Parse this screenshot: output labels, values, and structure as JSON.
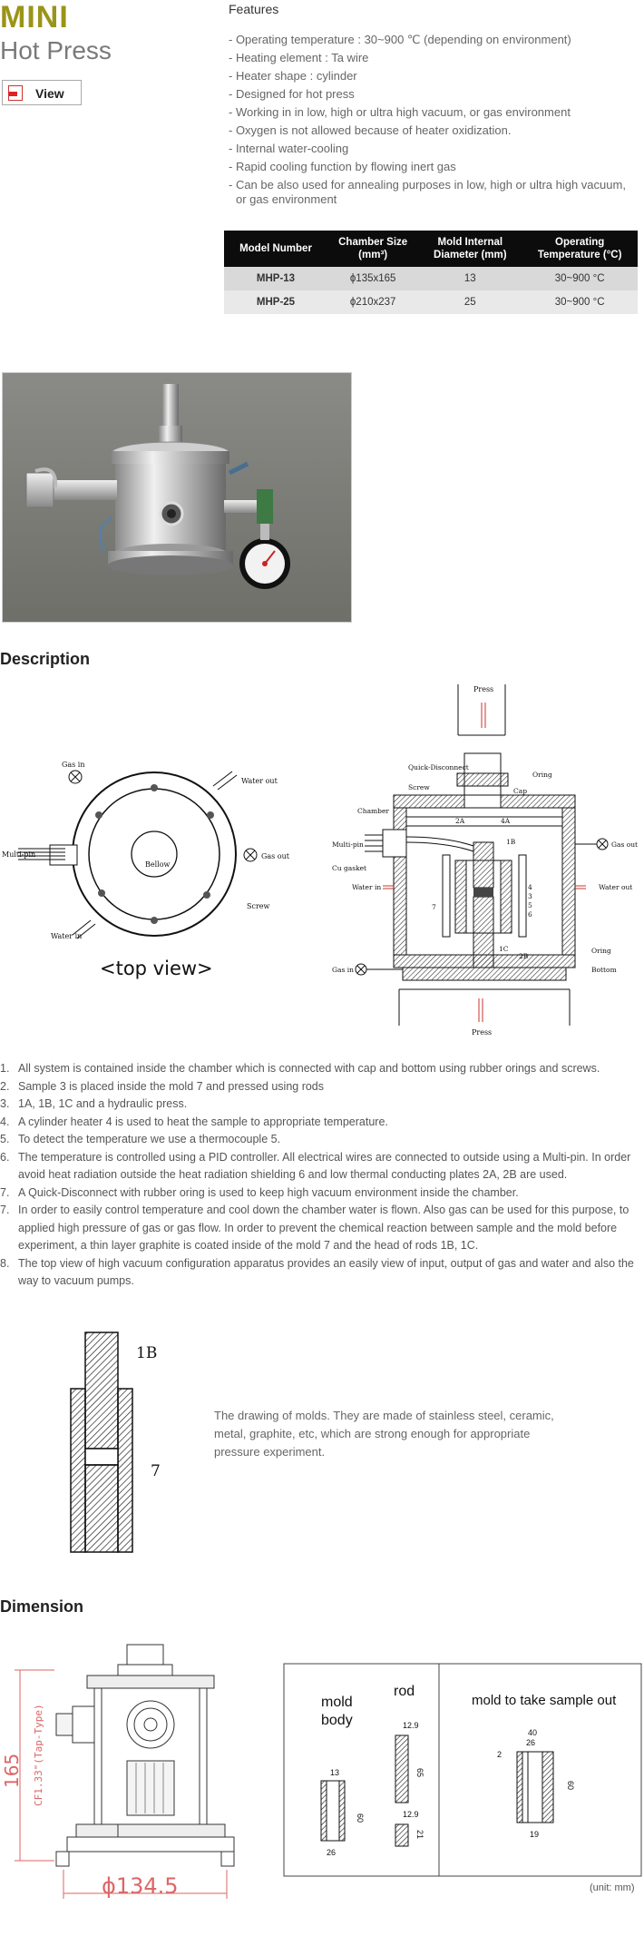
{
  "header": {
    "title_line1": "MINI",
    "title_line2": "Hot Press",
    "view_button": "View"
  },
  "features": {
    "title": "Features",
    "items": [
      "- Operating temperature : 30~900 ℃ (depending on environment)",
      "- Heating element : Ta wire",
      "- Heater shape : cylinder",
      "- Designed for hot press",
      "- Working in in low, high or ultra high vacuum, or gas environment",
      "- Oxygen is not allowed because of heater oxidization.",
      "- Internal water-cooling",
      "- Rapid cooling function by flowing inert gas",
      "- Can be also used for annealing purposes in low, high or ultra high vacuum,",
      "  or gas environment"
    ]
  },
  "spec_table": {
    "headers": [
      "Model Number",
      "Chamber Size (mm³)",
      "Mold Internal Diameter (mm)",
      "Operating Temperature (°C)"
    ],
    "rows": [
      [
        "MHP-13",
        "ϕ135x165",
        "13",
        "30~900 °C"
      ],
      [
        "MHP-25",
        "ϕ210x237",
        "25",
        "30~900 °C"
      ]
    ]
  },
  "description": {
    "title": "Description",
    "top_view": {
      "caption": "<top view>",
      "labels": {
        "gas_in": "Gas in",
        "water_out": "Water out",
        "multi_pin": "Multi-pin",
        "bellow": "Bellow",
        "gas_out": "Gas out",
        "screw": "Screw",
        "water_in": "Water in"
      }
    },
    "cross_section": {
      "labels": {
        "press_top": "Press",
        "quick_disconnect": "Quick-Disconnect",
        "oring_top": "Oring",
        "screw": "Screw",
        "cap": "Cap",
        "chamber": "Chamber",
        "a2": "2A",
        "a4": "4A",
        "multi_pin": "Multi-pin",
        "b1": "1B",
        "gas_out": "Gas out",
        "cu_gasket": "Cu gasket",
        "water_in": "Water in",
        "water_out": "Water out",
        "n4": "4",
        "n3": "3",
        "n5": "5",
        "n6": "6",
        "n7": "7",
        "c1": "1C",
        "b2": "2B",
        "oring_bottom": "Oring",
        "gas_in": "Gas in",
        "bottom": "Bottom",
        "press_bottom": "Press"
      }
    },
    "items": [
      {
        "num": "1.",
        "text": "All system is contained inside the chamber which is connected with cap and bottom using rubber orings and screws."
      },
      {
        "num": "2.",
        "text": "Sample 3 is placed inside the mold 7 and pressed using rods"
      },
      {
        "num": "3.",
        "text": "1A, 1B, 1C and a hydraulic press."
      },
      {
        "num": "4.",
        "text": "A cylinder heater 4 is used to heat the sample to appropriate temperature."
      },
      {
        "num": "5.",
        "text": "To detect the temperature we use a thermocouple 5."
      },
      {
        "num": "6.",
        "text": "The temperature is controlled using a PID controller. All electrical wires are connected to outside using a Multi-pin. In order avoid heat radiation outside the heat radiation shielding 6 and low thermal conducting plates 2A, 2B are used."
      },
      {
        "num": "7.",
        "text": "A Quick-Disconnect with rubber oring is used to keep high vacuum environment inside the chamber."
      },
      {
        "num": "7.",
        "text": "In order to easily control temperature and cool down the chamber water is flown. Also gas can be used for this purpose, to applied high pressure of gas or gas flow. In order to prevent the chemical reaction between sample and the mold before experiment, a thin layer graphite is coated inside of the mold 7 and the head of rods 1B, 1C."
      },
      {
        "num": "8.",
        "text": "The top view of high vacuum configuration apparatus provides an easily view of input, output of gas and water and also the way to vacuum pumps."
      }
    ],
    "mold_drawing": {
      "label_rod": "1B",
      "label_mold": "7"
    },
    "mold_text": "The drawing of molds. They are made of stainless steel, ceramic, metal, graphite, etc, which are strong enough for appropriate pressure experiment."
  },
  "dimension": {
    "title": "Dimension",
    "height_label": "165",
    "flange_label": "CF1.33\"(Tap-Type)",
    "width_label": "ϕ134.5",
    "mold_body_label": "mold\nbody",
    "rod_label": "rod",
    "take_out_label": "mold to take sample out",
    "dims": {
      "d13": "13",
      "d60a": "60",
      "d26a": "26",
      "d12_9a": "12.9",
      "d65": "65",
      "d12_9b": "12.9",
      "d21": "21",
      "d40": "40",
      "d26b": "26",
      "d2": "2",
      "d60b": "60",
      "d19": "19"
    },
    "unit": "(unit: mm)"
  }
}
